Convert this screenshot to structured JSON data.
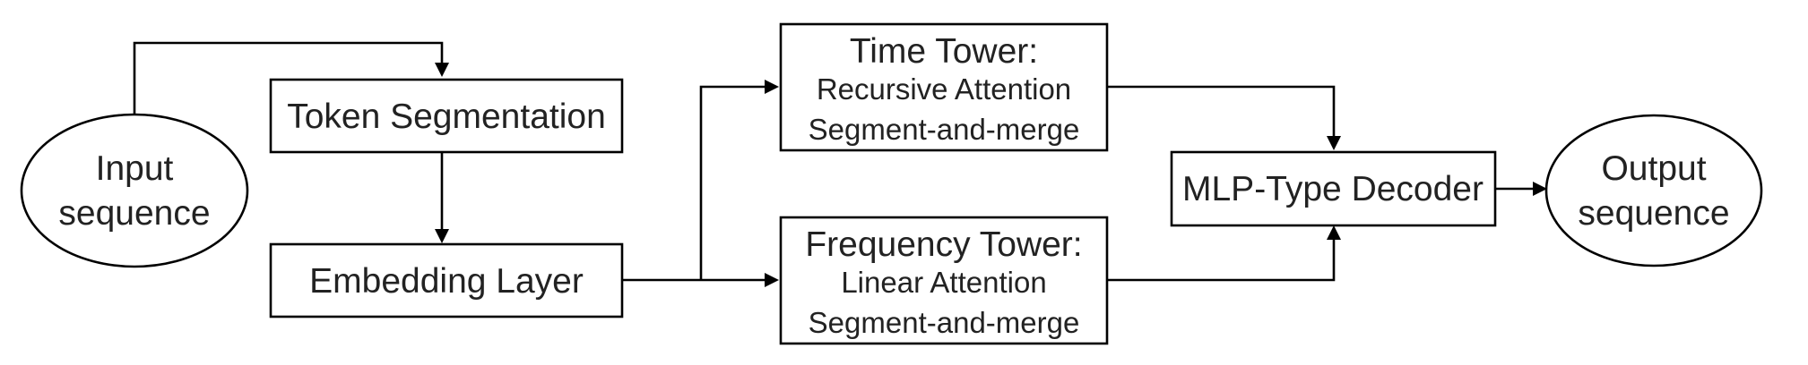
{
  "nodes": {
    "input": {
      "line1": "Input",
      "line2": "sequence"
    },
    "token_segmentation": {
      "label": "Token Segmentation"
    },
    "embedding_layer": {
      "label": "Embedding Layer"
    },
    "time_tower": {
      "title": "Time Tower:",
      "line2": "Recursive Attention",
      "line3": "Segment-and-merge"
    },
    "frequency_tower": {
      "title": "Frequency Tower:",
      "line2": "Linear Attention",
      "line3": "Segment-and-merge"
    },
    "decoder": {
      "label": "MLP-Type Decoder"
    },
    "output": {
      "line1": "Output",
      "line2": "sequence"
    }
  },
  "edges": [
    {
      "from": "input",
      "to": "token_segmentation"
    },
    {
      "from": "token_segmentation",
      "to": "embedding_layer"
    },
    {
      "from": "embedding_layer",
      "to": "time_tower"
    },
    {
      "from": "embedding_layer",
      "to": "frequency_tower"
    },
    {
      "from": "time_tower",
      "to": "decoder"
    },
    {
      "from": "frequency_tower",
      "to": "decoder"
    },
    {
      "from": "decoder",
      "to": "output"
    }
  ]
}
